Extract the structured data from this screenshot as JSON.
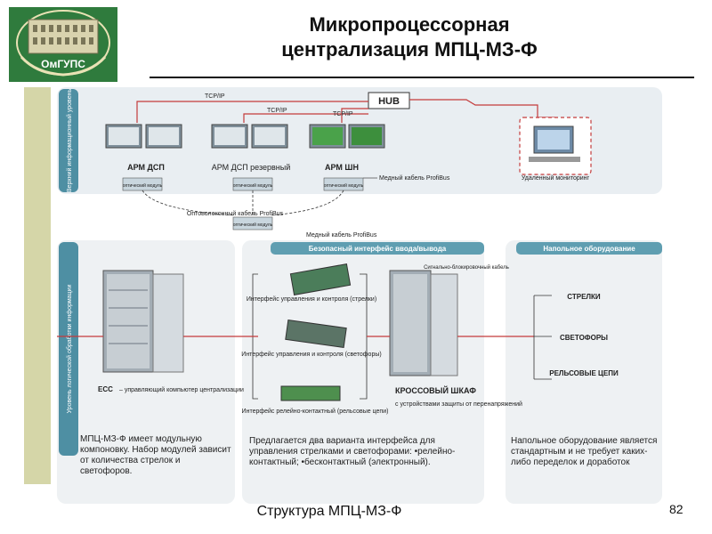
{
  "header": {
    "title_line1": "Микропроцессорная",
    "title_line2": "централизация МПЦ-МЗ-Ф",
    "logo_text": "ОмГУПС"
  },
  "diagram": {
    "top_side_label": "Верхний информационный уровень",
    "bottom_side_label": "Уровень логической обработки информации",
    "tcp1": "TCP/IP",
    "tcp2": "TCP/IP",
    "tcp3": "TCP/IP",
    "hub": "HUB",
    "arm1": "АРМ ДСП",
    "arm2": "АРМ ДСП резервный",
    "arm3": "АРМ ШН",
    "opt_module": "оптический модуль",
    "copper_profibus_1": "Медный кабель ProfiBus",
    "remote_monitoring": "Удаленный мониторинг",
    "fiber_profibus": "Оптоволоконный кабель ProfiBus",
    "copper_profibus_2": "Медный кабель ProfiBus",
    "safe_interface_header": "Безопасный интерфейс ввода/вывода",
    "floor_header": "Напольное оборудование",
    "iface_switches": "Интерфейс управления и контроля (стрелки)",
    "iface_signals": "Интерфейс управления и контроля (светофоры)",
    "iface_relay": "Интерфейс релейно-контактный (рельсовые цепи)",
    "signal_cable": "Сигнально-блокировочный кабель",
    "ecc_title": "ЕСС",
    "ecc_desc": "– управляющий компьютер централизации",
    "cross_title": "КРОССОВЫЙ ШКАФ",
    "cross_desc": "с устройствами защиты от перенапряжений",
    "out_switches": "СТРЕЛКИ",
    "out_signals": "СВЕТОФОРЫ",
    "out_track": "РЕЛЬСОВЫЕ ЦЕПИ",
    "note_left": "МПЦ-МЗ-Ф имеет модульную компоновку. Набор модулей зависит от количества стрелок и светофоров.",
    "note_mid": "Предлагается два варианта интерфейса для управления стрелками и светофорами: •релейно-контактный; •бесконтактный (электронный).",
    "note_right": "Напольное оборудование является стандартным и не требует каких-либо переделок и доработок"
  },
  "footer": {
    "caption": "Структура МПЦ-МЗ-Ф",
    "page_number": "82"
  }
}
